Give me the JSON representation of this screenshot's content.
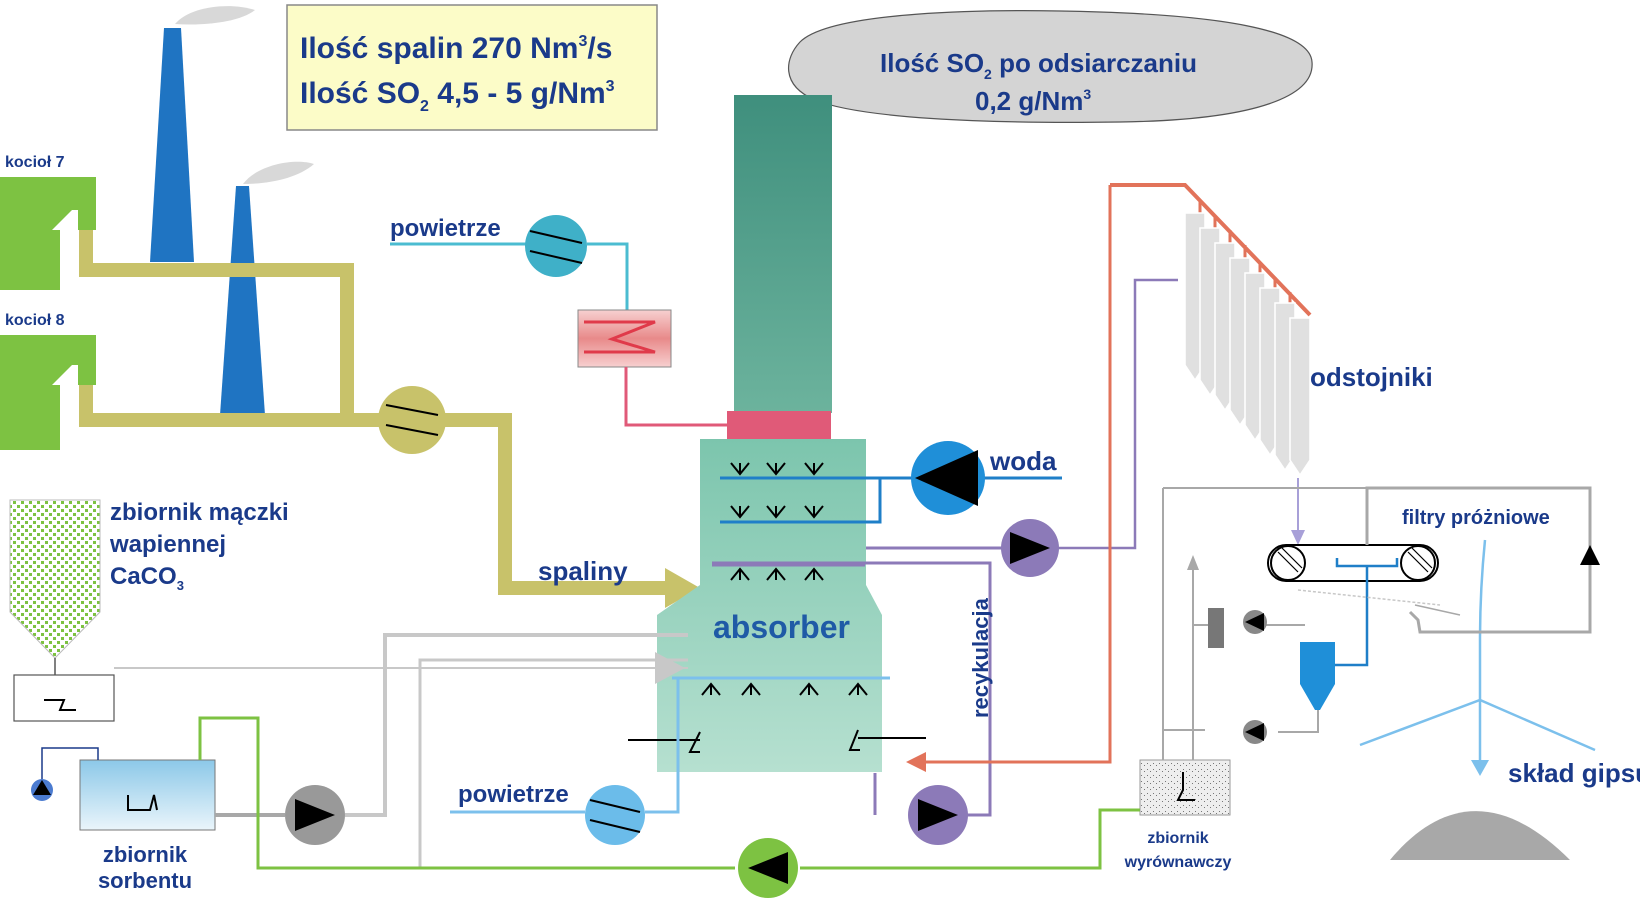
{
  "info_box": {
    "line1_text": "Ilość spalin  270 Nm",
    "line1_sup": "3",
    "line1_suffix": "/s",
    "line2_text": "Ilość SO",
    "line2_sub": "2",
    "line2_value": "  4,5 - 5 g/Nm",
    "line2_sup": "3"
  },
  "cloud": {
    "line1_text": "Ilość SO",
    "line1_sub": "2",
    "line1_suffix": " po odsiarczaniu",
    "line2_text": "0,2 g/Nm",
    "line2_sup": "3"
  },
  "labels": {
    "boiler7": "kocioł 7",
    "boiler8": "kocioł 8",
    "air_top": "powietrze",
    "air_bottom": "powietrze",
    "water": "woda",
    "flue_gas": "spaliny",
    "absorber": "absorber",
    "recirculation": "recykulacja",
    "settlers": "odstojniki",
    "vacuum_filters": "filtry próżniowe",
    "gypsum_store": "skład gipsu",
    "limestone_tank_1": "zbiornik mączki",
    "limestone_tank_2": "wapiennej",
    "limestone_tank_3": "CaCO",
    "limestone_tank_3_sub": "3",
    "sorbent_tank_1": "zbiornik",
    "sorbent_tank_2": "sorbentu",
    "equalizing_tank_1": "zbiornik",
    "equalizing_tank_2": "wyrównawczy"
  },
  "colors": {
    "boiler": "#7dc242",
    "chimney": "#1f74c2",
    "flue_duct": "#c8c26a",
    "stack": "#3f8f7d",
    "absorber": "#8fcfb8",
    "water_line": "#1f7fc8",
    "recirc_line": "#8c7ab8",
    "slurry_line": "#e2735a",
    "sorbent_line": "#7dc242",
    "grey_line": "#a8a8a8",
    "air_line": "#4bbcd1",
    "heater": "#e03a4a",
    "info_box_bg": "#fcfcc8",
    "cloud_bg": "#d4d4d4"
  }
}
